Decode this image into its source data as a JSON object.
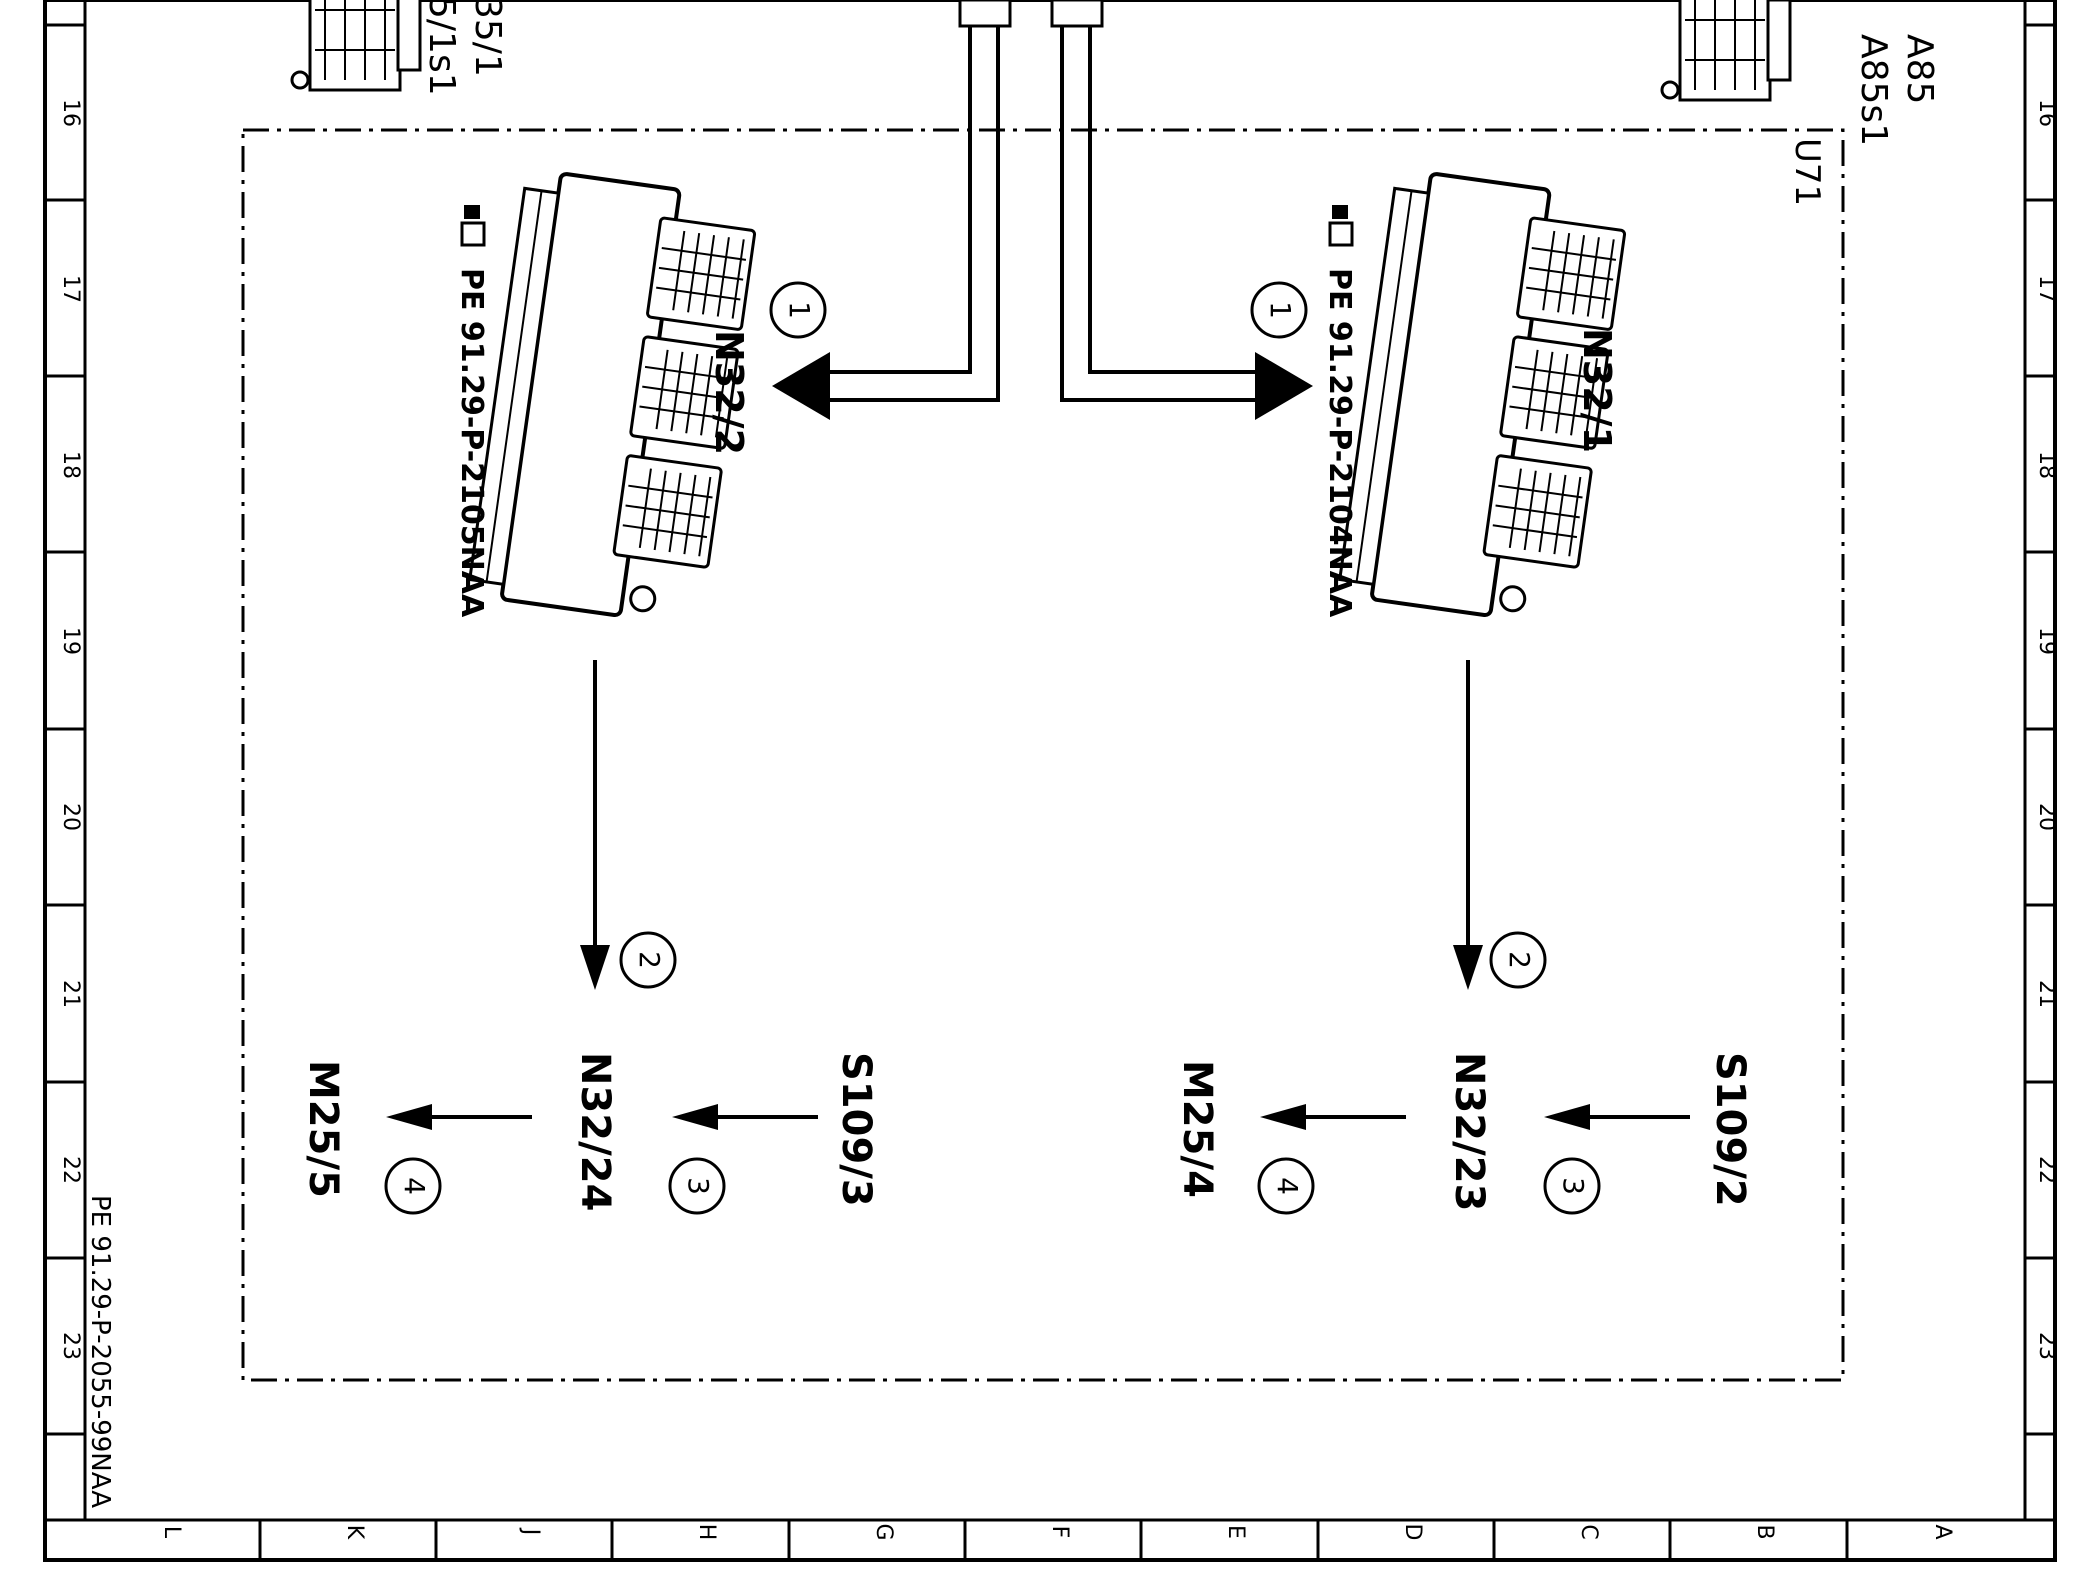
{
  "diagram": {
    "enclosure_label": "U71",
    "doc_reference": "PE 91.29-P-2055-99NAA",
    "components": {
      "left_module": {
        "id": "N32/2",
        "ref": "PE 91.29-P-2105NAA"
      },
      "right_module": {
        "id": "N32/1",
        "ref": "PE 91.29-P-2104NAA"
      },
      "top_left_partial": {
        "line1": "35/1",
        "line2": "5/1s1"
      },
      "top_right_partial": {
        "line1": "A85",
        "line2": "A85s1"
      }
    },
    "step_markers": {
      "one": "1",
      "two": "2",
      "three": "3",
      "four": "4"
    },
    "chains": {
      "left": {
        "source": "S109/3",
        "module": "N32/24",
        "target": "M25/5"
      },
      "right": {
        "source": "S109/2",
        "module": "N32/23",
        "target": "M25/4"
      }
    },
    "grid": {
      "row_numbers": [
        "16",
        "17",
        "18",
        "19",
        "20",
        "21",
        "22",
        "23"
      ],
      "column_letters": [
        "L",
        "K",
        "J",
        "H",
        "G",
        "F",
        "E",
        "D",
        "C",
        "B",
        "A"
      ]
    }
  }
}
